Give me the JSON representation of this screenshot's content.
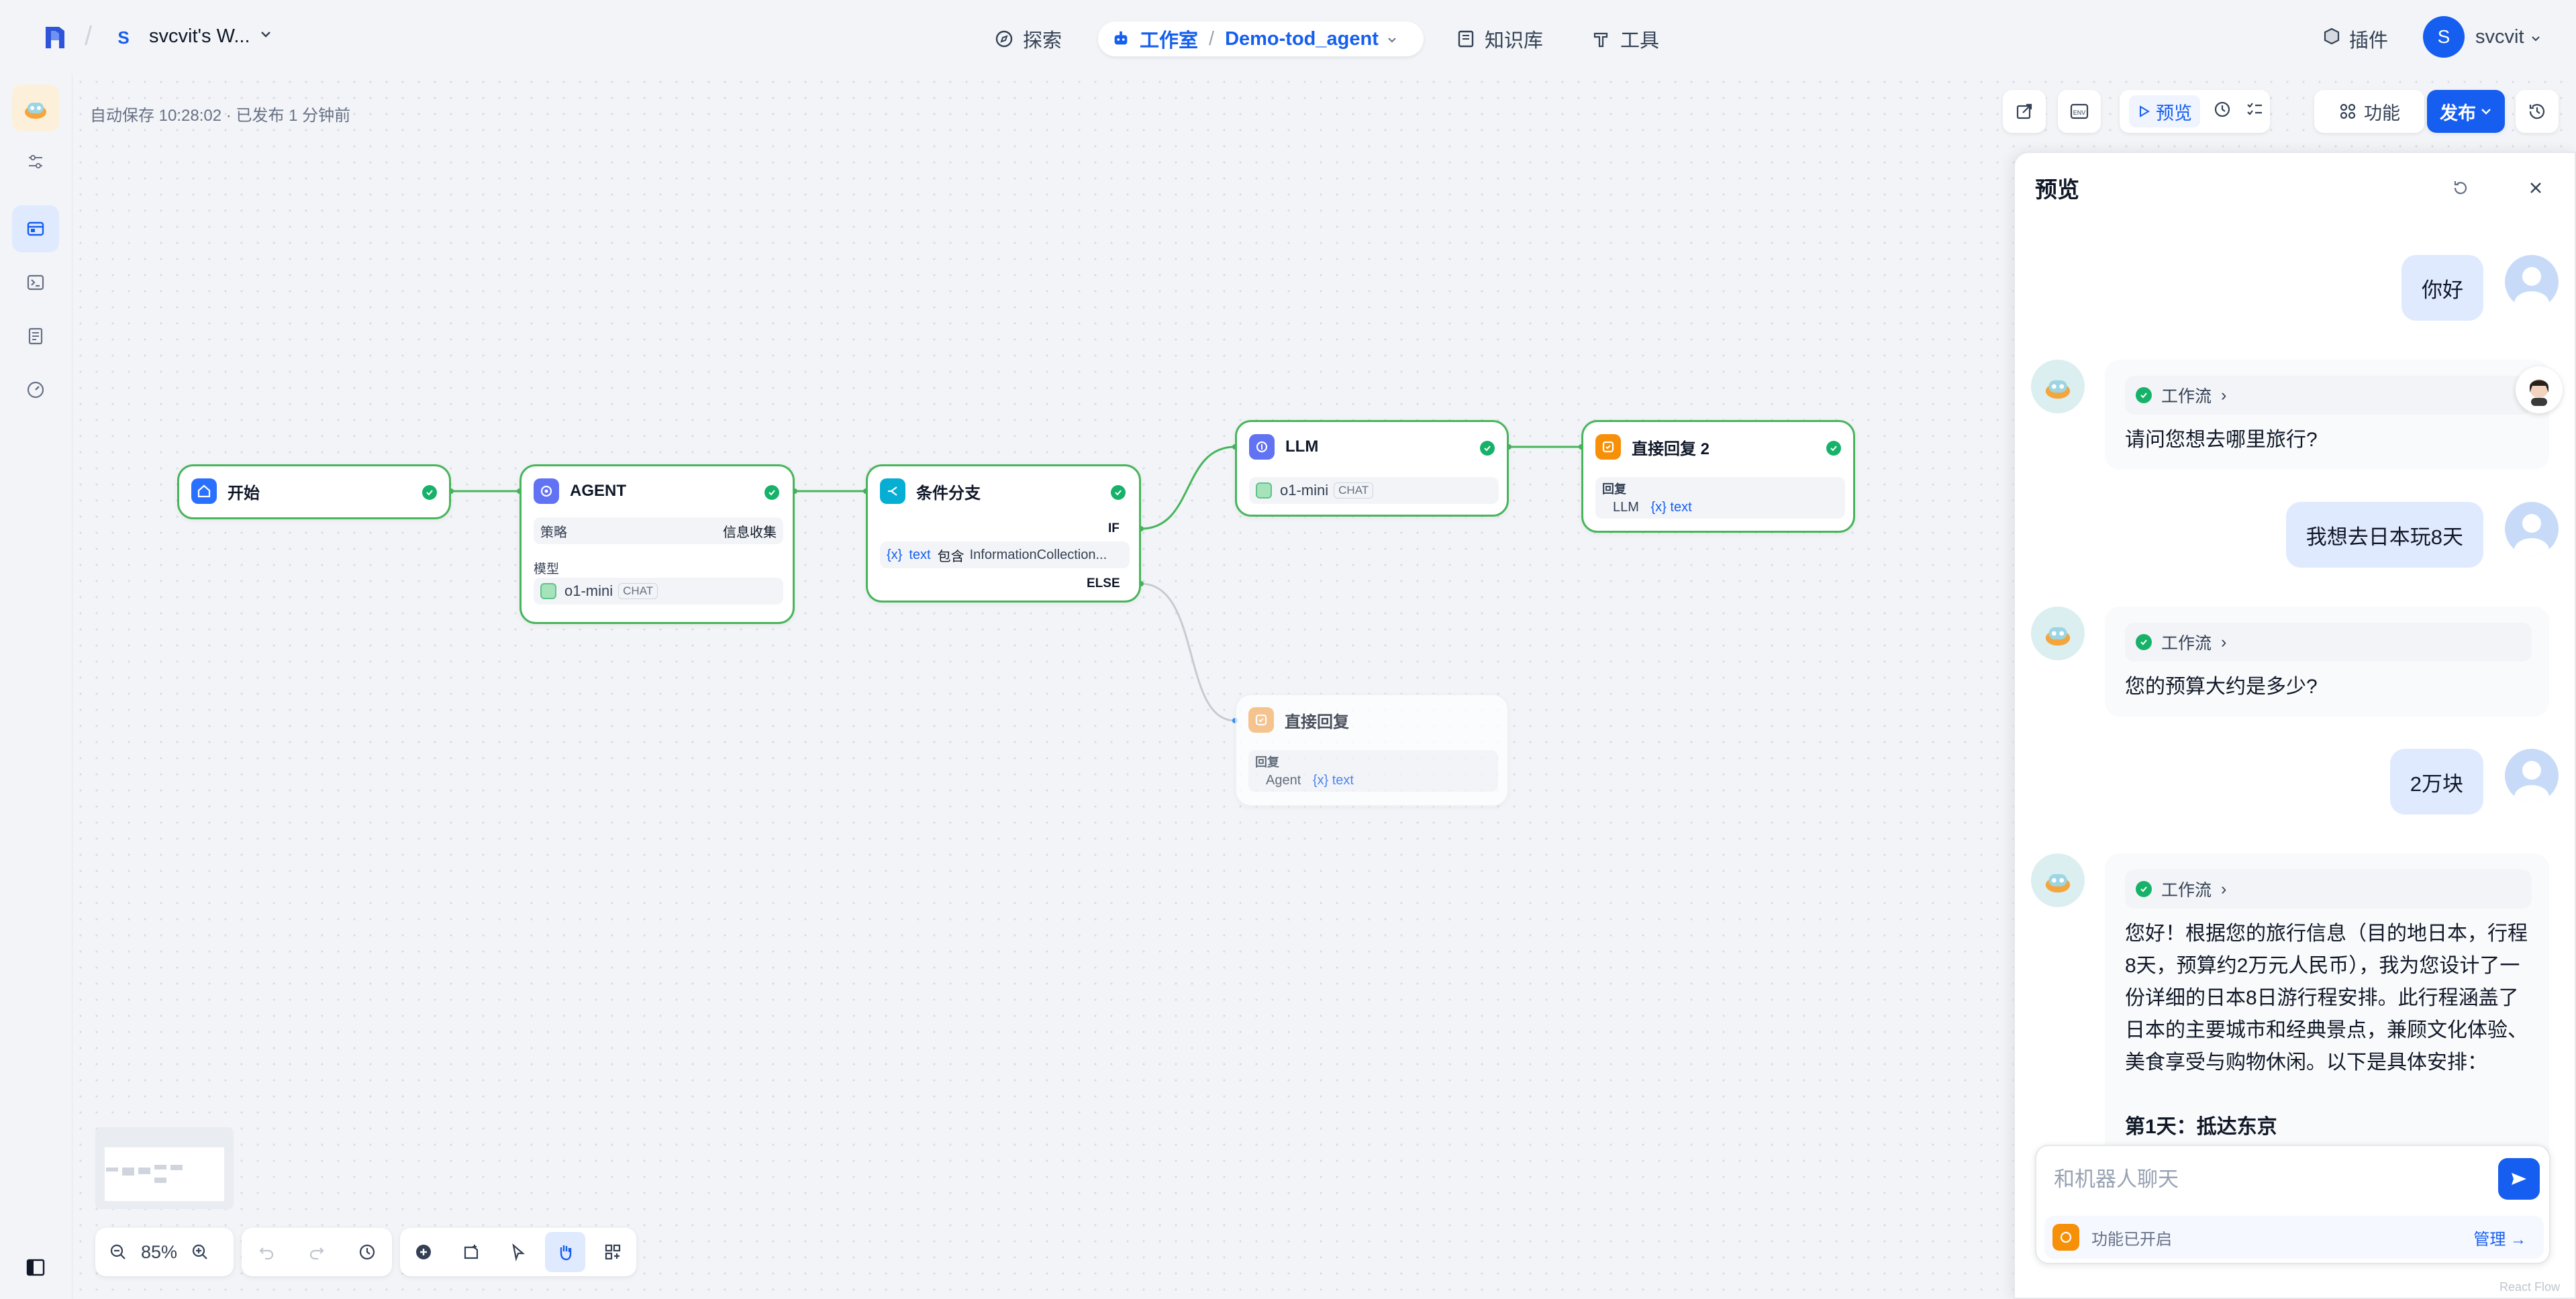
{
  "workspace": {
    "initial": "S",
    "name": "svcvit's W..."
  },
  "nav": {
    "explore": "探索",
    "studio": "工作室",
    "app_name": "Demo-tod_agent",
    "knowledge": "知识库",
    "tools": "工具"
  },
  "header_right": {
    "plugins": "插件",
    "user_initial": "S",
    "user_name": "svcvit"
  },
  "autosave": "自动保存 10:28:02 · 已发布 1 分钟前",
  "toolbar": {
    "preview": "预览",
    "features": "功能",
    "publish": "发布"
  },
  "nodes": {
    "start": {
      "title": "开始"
    },
    "agent": {
      "title": "AGENT",
      "strategy_label": "策略",
      "strategy_value": "信息收集",
      "model_label": "模型",
      "model_name": "o1-mini",
      "model_tag": "CHAT"
    },
    "ifelse": {
      "title": "条件分支",
      "if_label": "IF",
      "var_prefix": "{x}",
      "var_name": "text",
      "operator": "包含",
      "value": "InformationCollection...",
      "else_label": "ELSE"
    },
    "llm": {
      "title": "LLM",
      "model_name": "o1-mini",
      "model_tag": "CHAT"
    },
    "answer2": {
      "title": "直接回复 2",
      "reply_label": "回复",
      "src": "LLM",
      "var": "{x} text"
    },
    "answer": {
      "title": "直接回复",
      "reply_label": "回复",
      "src": "Agent",
      "var": "{x} text"
    }
  },
  "zoom": "85%",
  "preview": {
    "title": "预览",
    "workflow_label": "工作流",
    "messages": [
      {
        "role": "user",
        "text": "你好"
      },
      {
        "role": "bot",
        "text": "请问您想去哪里旅行?"
      },
      {
        "role": "user",
        "text": "我想去日本玩8天"
      },
      {
        "role": "bot",
        "text": "您的预算大约是多少?"
      },
      {
        "role": "user",
        "text": "2万块"
      },
      {
        "role": "bot",
        "text": "您好！根据您的旅行信息（目的地日本，行程8天，预算约2万元人民币），我为您设计了一份详细的日本8日游行程安排。此行程涵盖了日本的主要城市和经典景点，兼顾文化体验、美食享受与购物休闲。以下是具体安排："
      }
    ],
    "partial_line": "第1天：抵达东京",
    "input_placeholder": "和机器人聊天",
    "features_enabled": "功能已开启",
    "manage": "管理 →"
  },
  "footer_mark": "React Flow",
  "colors": {
    "accent": "#155eef",
    "success": "#17b26a",
    "edge": "#47b55b"
  }
}
